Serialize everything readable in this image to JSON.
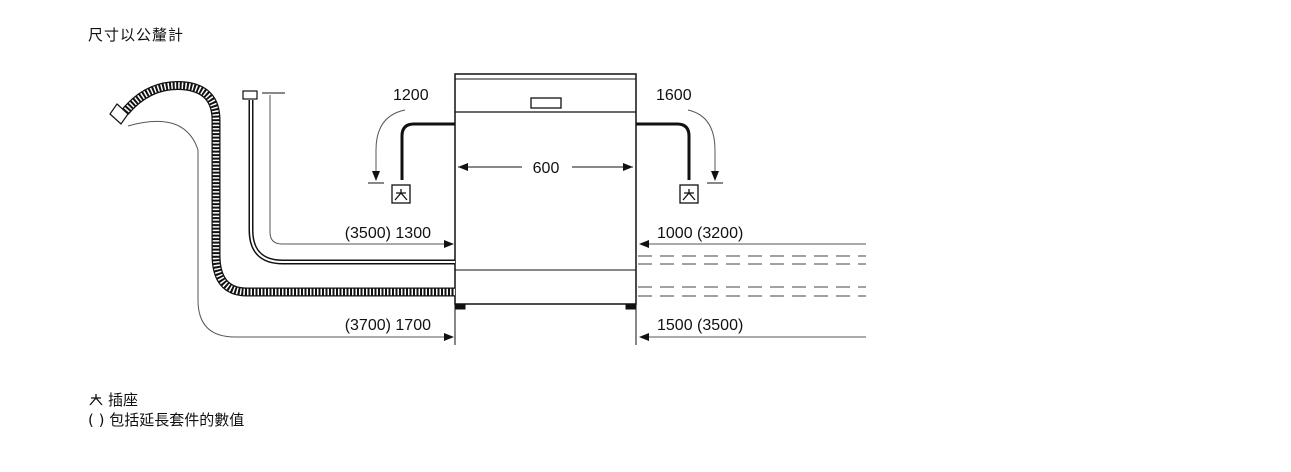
{
  "title": "尺寸以公釐計",
  "dimensions": {
    "width": "600",
    "left_top_hose": "1200",
    "right_top_hose": "1600",
    "left_upper": "(3500) 1300",
    "right_upper": "1000 (3200)",
    "left_lower": "(3700) 1700",
    "right_lower": "1500 (3500)"
  },
  "legend": {
    "socket_label": "插座",
    "parens_label": "( ) 包括延長套件的數值",
    "socket_icon": "power-socket-icon"
  }
}
